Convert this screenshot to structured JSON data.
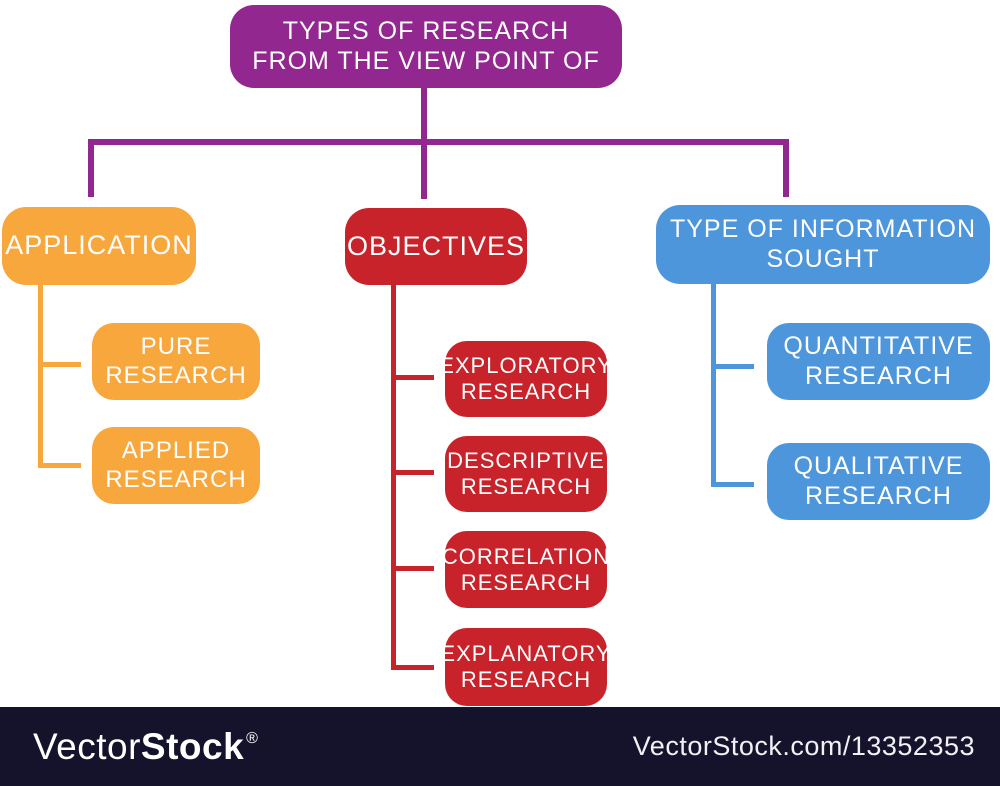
{
  "diagram": {
    "root": {
      "label": "TYPES OF RESEARCH\nFROM THE VIEW POINT OF"
    },
    "branches": [
      {
        "id": "application",
        "label": "APPLICATION",
        "children": [
          {
            "label": "PURE\nRESEARCH"
          },
          {
            "label": "APPLIED\nRESEARCH"
          }
        ]
      },
      {
        "id": "objectives",
        "label": "OBJECTIVES",
        "children": [
          {
            "label": "EXPLORATORY\nRESEARCH"
          },
          {
            "label": "DESCRIPTIVE\nRESEARCH"
          },
          {
            "label": "CORRELATION\nRESEARCH"
          },
          {
            "label": "EXPLANATORY\nRESEARCH"
          }
        ]
      },
      {
        "id": "information-sought",
        "label": "TYPE OF INFORMATION\nSOUGHT",
        "children": [
          {
            "label": "QUANTITATIVE\nRESEARCH"
          },
          {
            "label": "QUALITATIVE\nRESEARCH"
          }
        ]
      }
    ],
    "colors": {
      "root_purple": "#92278F",
      "application_orange": "#F8A73D",
      "objectives_red": "#C8232B",
      "information_blue": "#4E96DB",
      "text_white": "#FFFFFF",
      "footer_bar": "#15132B"
    }
  },
  "footer": {
    "logo_vector": "Vector",
    "logo_stock": "Stock",
    "logo_reg": "®",
    "url": "VectorStock.com/13352353"
  }
}
